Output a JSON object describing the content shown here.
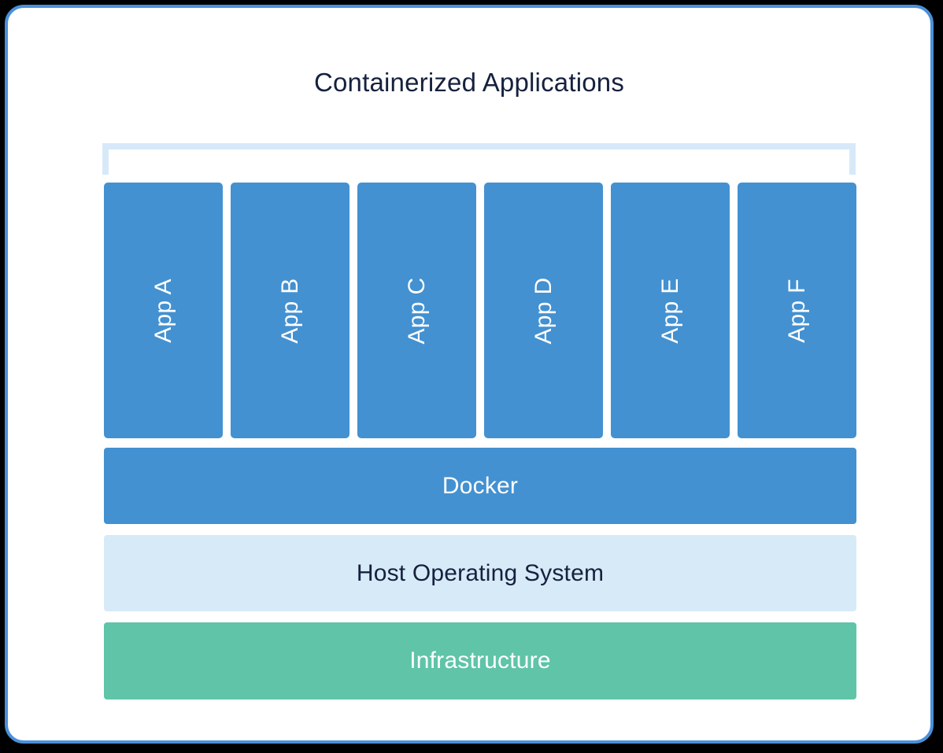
{
  "diagram": {
    "title": "Containerized Applications",
    "colors": {
      "panel_border": "#4a90d9",
      "panel_background": "#ffffff",
      "title_text": "#16213e",
      "app_box": "#4391d1",
      "bracket": "#d7e9f9",
      "docker_bar": "#4391d1",
      "host_os_bar": "#d7eaf8",
      "infrastructure_bar": "#5fc4a8",
      "light_text": "#ffffff",
      "dark_text": "#16213e"
    },
    "apps": [
      {
        "label": "App A"
      },
      {
        "label": "App B"
      },
      {
        "label": "App C"
      },
      {
        "label": "App D"
      },
      {
        "label": "App E"
      },
      {
        "label": "App F"
      }
    ],
    "layers": [
      {
        "id": "docker",
        "label": "Docker"
      },
      {
        "id": "host-os",
        "label": "Host Operating System"
      },
      {
        "id": "infrastructure",
        "label": "Infrastructure"
      }
    ]
  }
}
